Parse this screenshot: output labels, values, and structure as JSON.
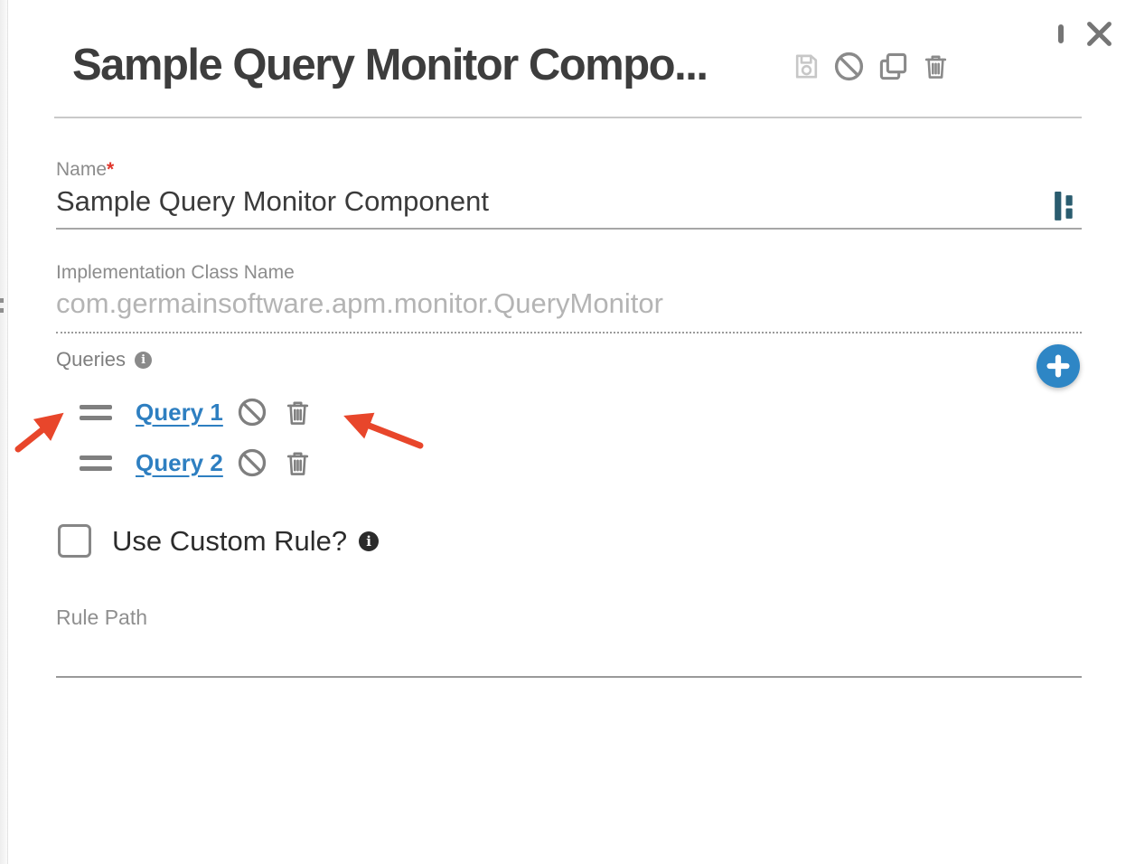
{
  "window": {
    "icons": [
      "restore-window-icon",
      "close-icon"
    ]
  },
  "header": {
    "title": "Sample Query Monitor Compo...",
    "action_icons": [
      "save-icon",
      "ban-icon",
      "copy-icon",
      "trash-icon"
    ]
  },
  "fields": {
    "name": {
      "label": "Name",
      "required_marker": "*",
      "value": "Sample Query Monitor Component",
      "trailing_icon": "germain-bars-icon"
    },
    "implementation_class": {
      "label": "Implementation Class Name",
      "value": "com.germainsoftware.apm.monitor.QueryMonitor",
      "disabled": true
    },
    "rule_path": {
      "label": "Rule Path",
      "value": ""
    }
  },
  "queries": {
    "label": "Queries",
    "info_icon": "info-icon",
    "add_icon": "plus-icon",
    "items": [
      {
        "label": "Query 1",
        "row_icons": [
          "drag-handle-icon",
          "ban-icon",
          "trash-icon"
        ]
      },
      {
        "label": "Query 2",
        "row_icons": [
          "drag-handle-icon",
          "ban-icon",
          "trash-icon"
        ]
      }
    ]
  },
  "custom_rule": {
    "label": "Use Custom Rule?",
    "checked": false,
    "info_icon": "info-icon"
  },
  "annotations": [
    "red-arrow-pointing-to-drag-handle",
    "red-arrow-pointing-to-trash-icon"
  ],
  "colors": {
    "accent_blue": "#2e86c5",
    "link_blue": "#2e7fc1",
    "arrow_red": "#e8462b",
    "icon_gray": "#8a8a8a",
    "teal_icon": "#2a5c6f",
    "required_red": "#e0352b"
  }
}
